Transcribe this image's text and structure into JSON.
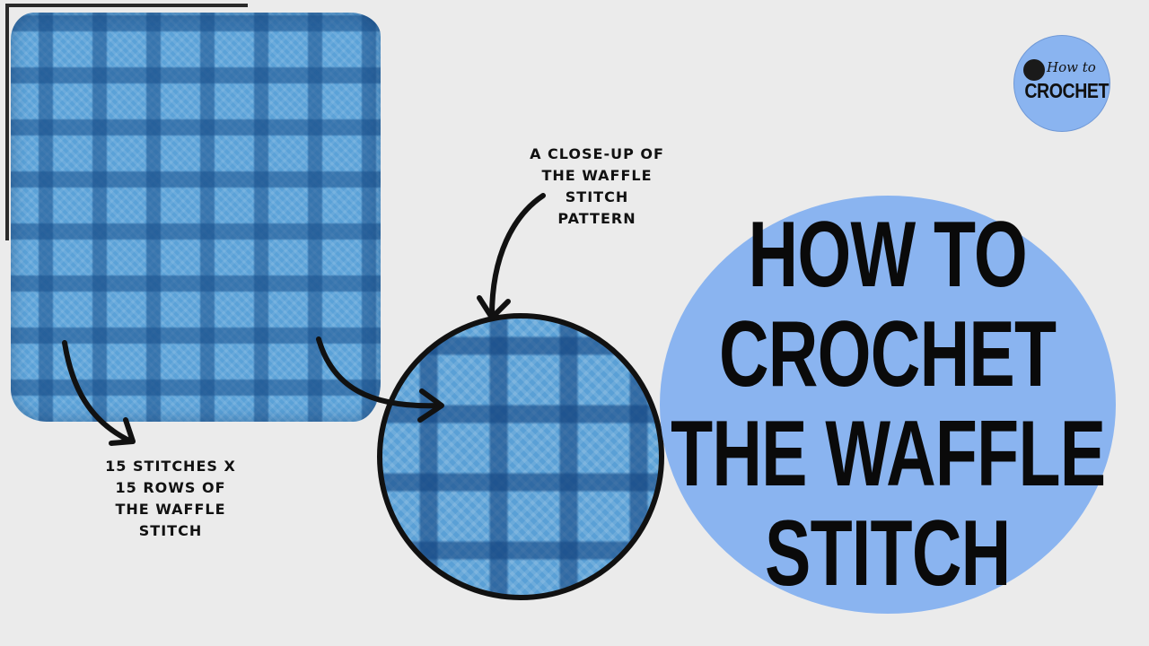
{
  "title": {
    "lines": [
      "HOW TO",
      "CROCHET",
      "THE WAFFLE",
      "STITCH"
    ]
  },
  "logo": {
    "small_text": "How to",
    "big_text": "CROCHET"
  },
  "callouts": {
    "closeup": [
      "A CLOSE-UP OF",
      "THE WAFFLE",
      "STITCH",
      "PATTERN"
    ],
    "swatch": [
      "15 STITCHES X",
      "15 ROWS OF",
      "THE WAFFLE",
      "STITCH"
    ]
  },
  "colors": {
    "background": "#ebebeb",
    "title_circle": "#8ab4f0",
    "yarn_blue": "#5ba2d8",
    "ink": "#111111"
  },
  "icons": [
    "yarn-ball-icon",
    "curved-arrow-icon"
  ]
}
